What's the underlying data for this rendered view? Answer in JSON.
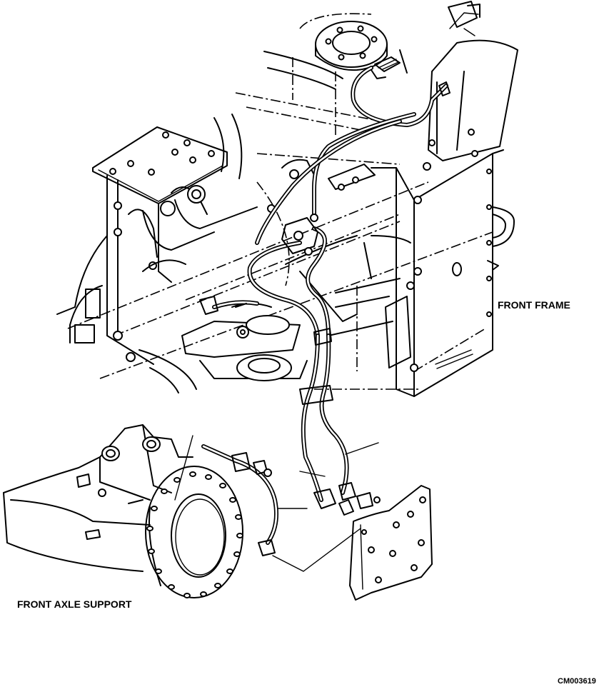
{
  "labels": {
    "front_frame": "FRONT FRAME",
    "front_axle_support": "FRONT AXLE SUPPORT",
    "drawing_code": "CM003619"
  },
  "colors": {
    "ink": "#000000",
    "paper": "#ffffff"
  }
}
